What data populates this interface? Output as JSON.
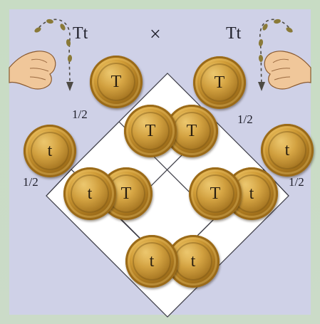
{
  "parents": {
    "left_genotype": "Tt",
    "right_genotype": "Tt",
    "cross_symbol": "×"
  },
  "probabilities": {
    "left_T": "1/2",
    "left_t": "1/2",
    "right_T": "1/2",
    "right_t": "1/2"
  },
  "coins": {
    "left_T": "T",
    "left_t": "t",
    "right_T": "T",
    "right_t": "t",
    "top_cell": [
      "T",
      "T"
    ],
    "left_cell": [
      "t",
      "T"
    ],
    "right_cell": [
      "T",
      "t"
    ],
    "bottom_cell": [
      "t",
      "t"
    ]
  },
  "icons": {
    "hands": "hand-icon",
    "toss_path": "toss-arrow-icon"
  },
  "colors": {
    "panel": "#cfd1e7",
    "grid": "#ffffff",
    "coin": "#c99a3a"
  }
}
